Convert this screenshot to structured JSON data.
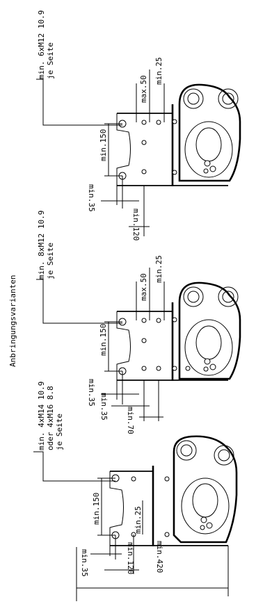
{
  "title": "Anbringungsvarianten",
  "variants": [
    {
      "id": "top",
      "note_lines": [
        "min. 6xM12 10.9",
        "je Seite"
      ],
      "dims": {
        "max_top": "max.50",
        "min_top": "min.25",
        "min_height": "min.150",
        "min_side": "min.35",
        "min_bottom": "min.120"
      }
    },
    {
      "id": "middle",
      "note_lines": [
        "min. 8xM12 10.9",
        "je Seite"
      ],
      "dims": {
        "max_top": "max.50",
        "min_top": "min.25",
        "min_height": "min.150",
        "min_side_1": "min.35",
        "min_side_2": "min.35",
        "min_bottom": "min.70"
      }
    },
    {
      "id": "bottom",
      "note_lines": [
        "min. 4xM14 10.9",
        "oder  4xM16 8.8",
        "je Seite"
      ],
      "dims": {
        "min_height": "min.150",
        "min_mid": "min.25",
        "min_side": "min.35",
        "min_bottom_1": "min.120",
        "min_bottom_2": "min.420"
      }
    }
  ]
}
